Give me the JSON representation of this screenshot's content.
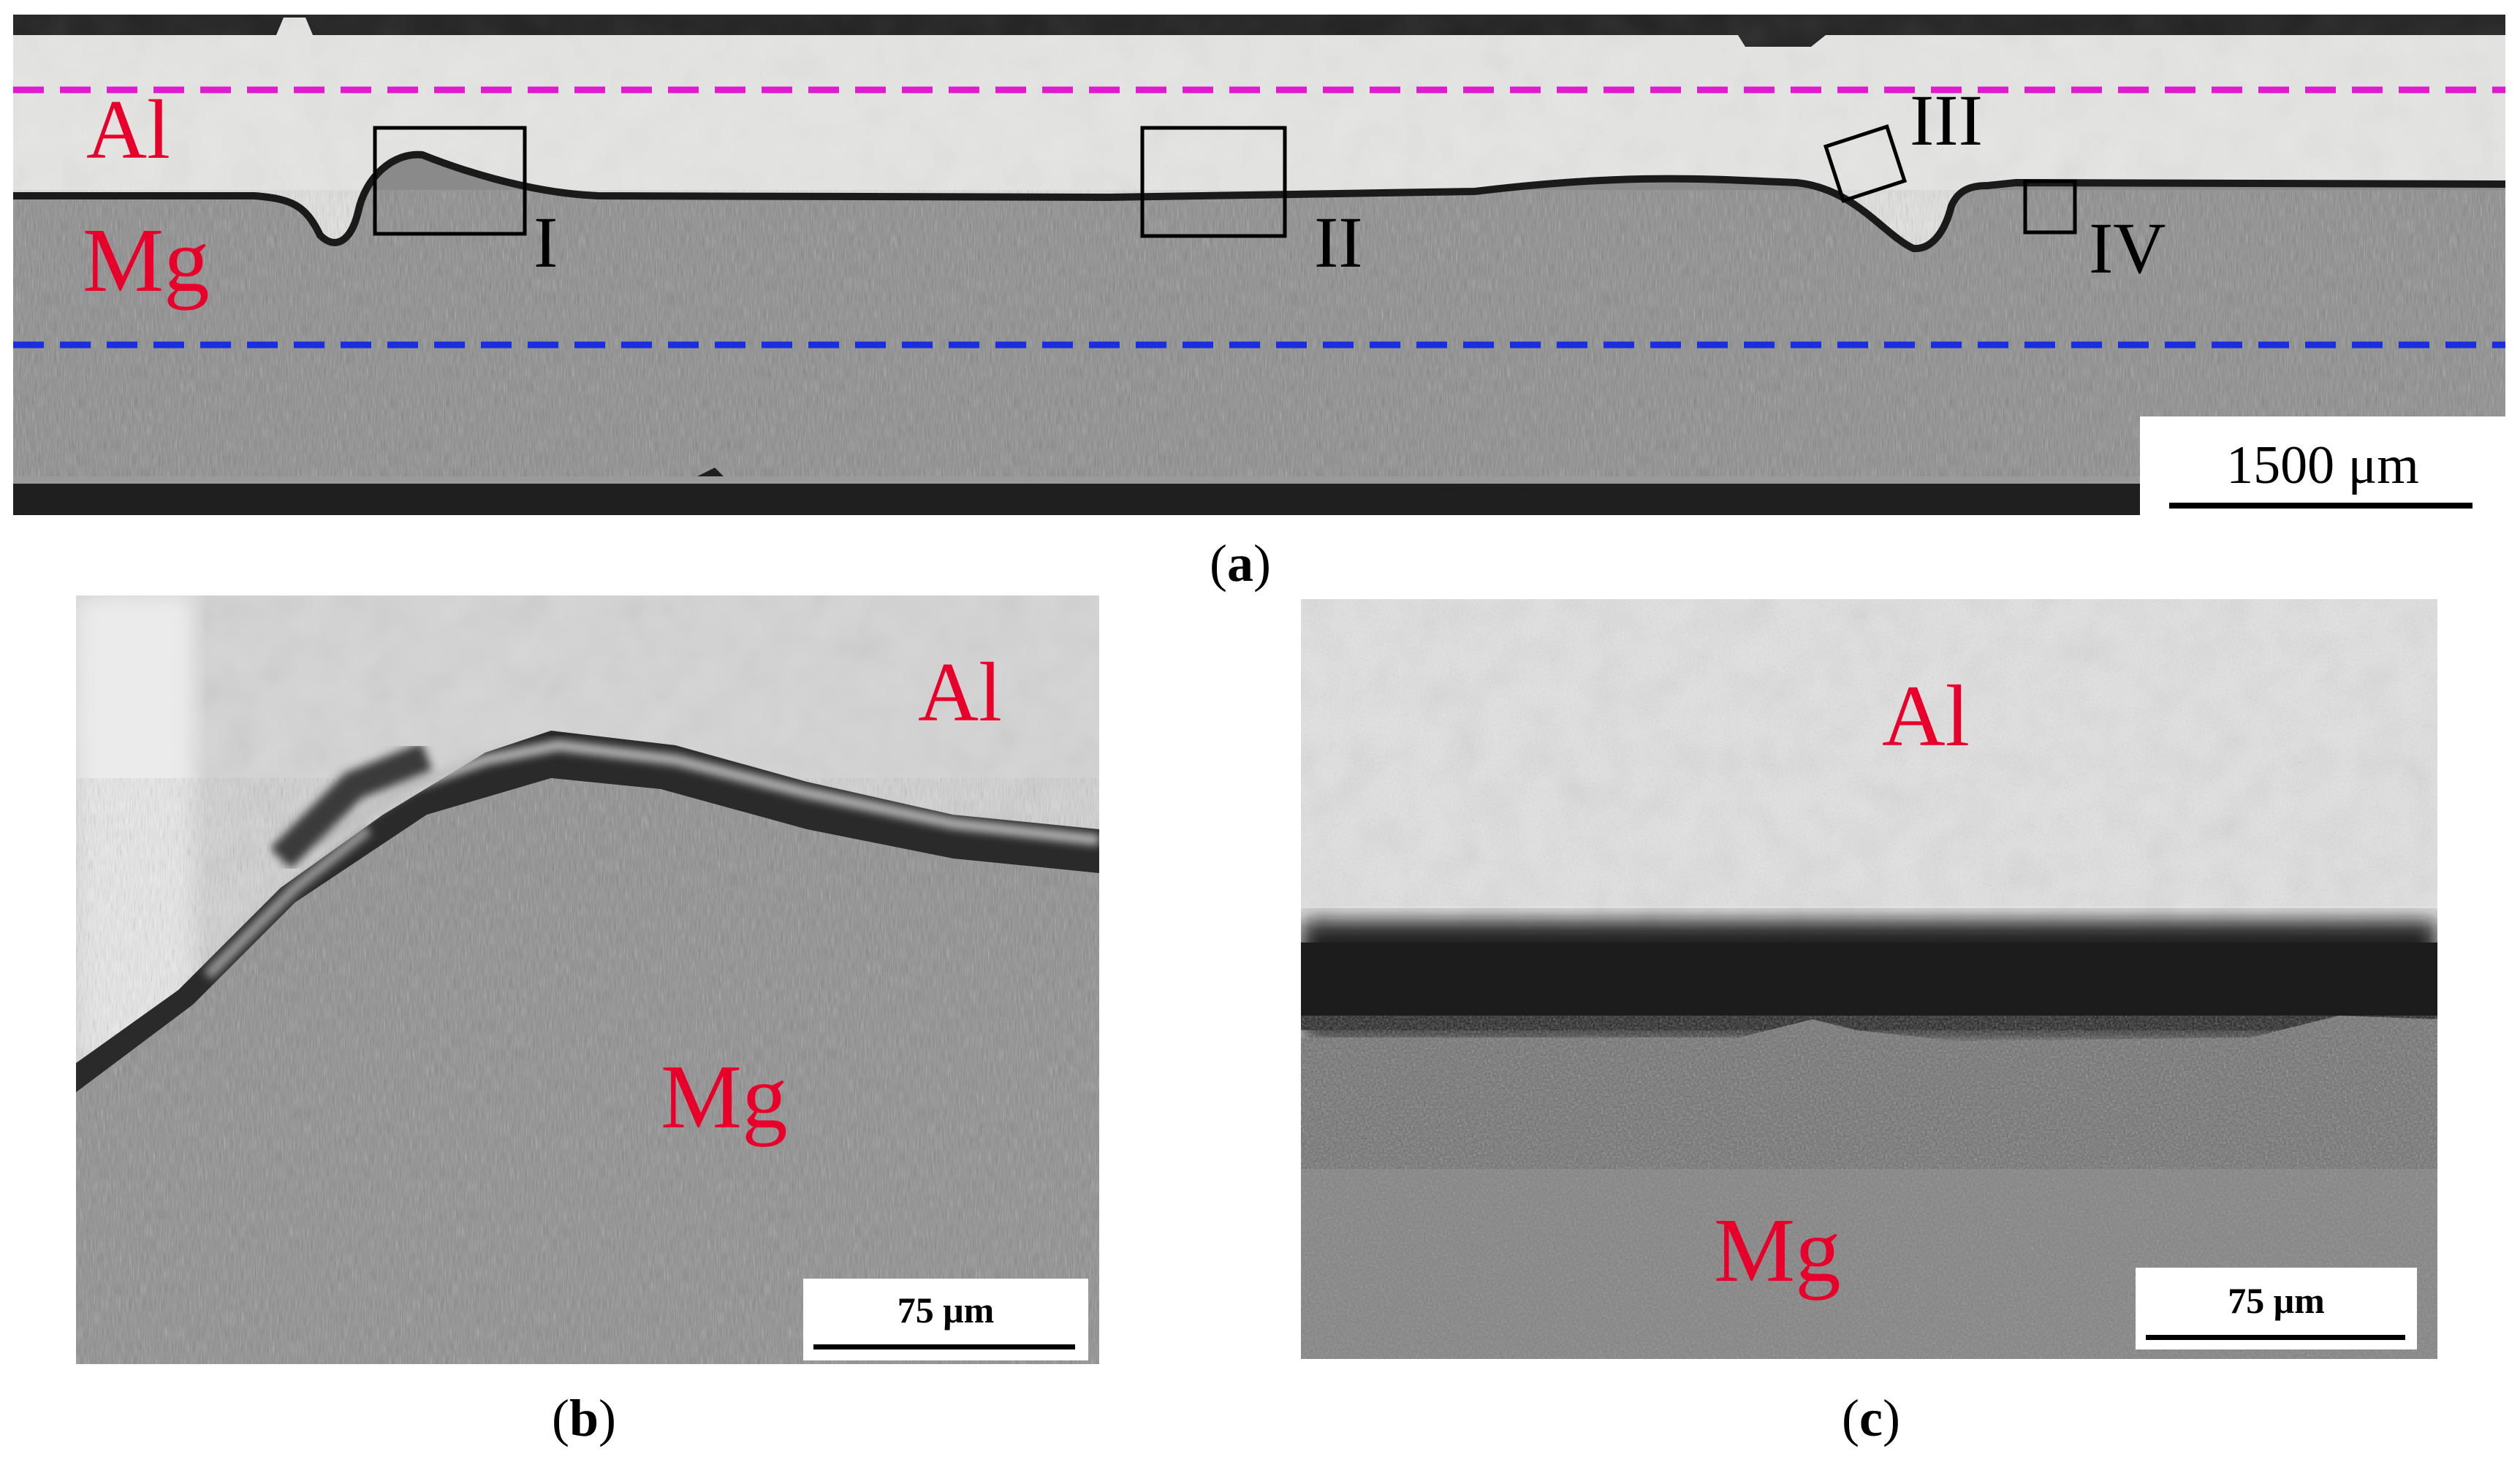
{
  "panel_a": {
    "material_top": "Al",
    "material_bottom": "Mg",
    "region_labels": [
      "I",
      "II",
      "III",
      "IV"
    ],
    "scale_bar": "1500 μm",
    "colors": {
      "top_dashed_line": "#e01ad0",
      "bottom_dashed_line": "#1a2ee0",
      "material_label": "#e8002a"
    }
  },
  "panel_b": {
    "material_top": "Al",
    "material_bottom": "Mg",
    "scale_bar": "75 μm"
  },
  "panel_c": {
    "material_top": "Al",
    "material_bottom": "Mg",
    "scale_bar": "75 μm"
  },
  "captions": {
    "a": "a",
    "b": "b",
    "c": "c"
  }
}
